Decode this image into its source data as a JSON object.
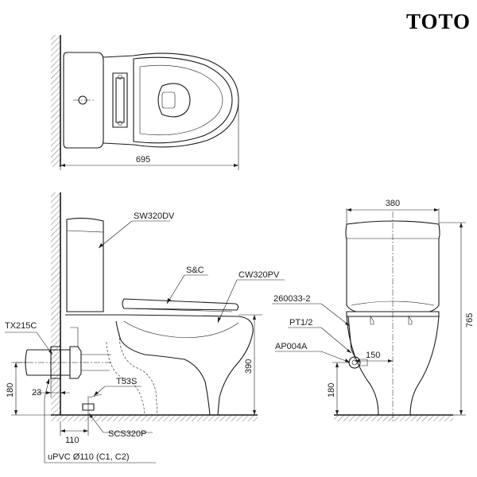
{
  "brand": {
    "logo_text": "TOTO"
  },
  "dimensions": {
    "top_length": "695",
    "side_height": "390",
    "pipe_height_side": "180",
    "wall_offset": "23",
    "outlet_offset": "110",
    "front_width": "380",
    "front_height": "765",
    "front_pipe_height": "180",
    "angle_valve_offset": "150"
  },
  "part_labels": {
    "tank": "SW320DV",
    "seat_cover": "S&C",
    "bowl": "CW320PV",
    "wall_flange": "TX215C",
    "bolt": "T53S",
    "floor_flange": "SCS320P",
    "pipe": "uPVC Ø110 (C1, C2)",
    "hose": "260033-2",
    "thread": "PT1/2",
    "angle_valve": "AP004A"
  },
  "colors": {
    "line": "#1a1a1a",
    "background": "#ffffff"
  }
}
